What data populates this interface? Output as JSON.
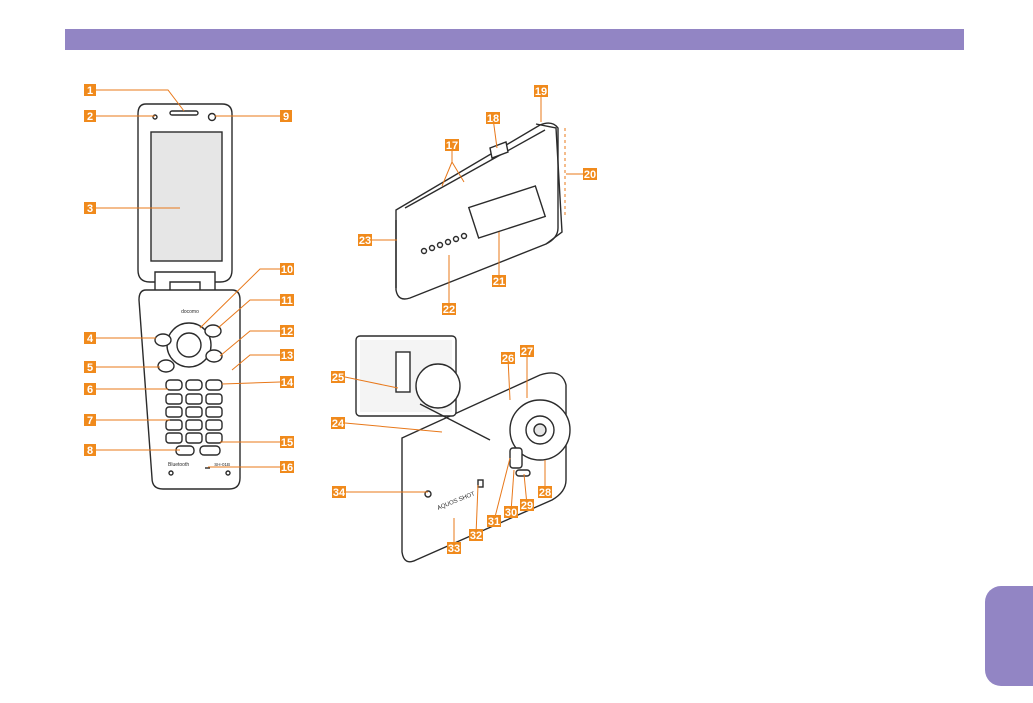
{
  "colors": {
    "header": "#9285c4",
    "tab": "#9285c4",
    "callout_bg": "#f08a1c",
    "callout_text": "#ffffff",
    "line": "#e8781a",
    "outline": "#2b2b2b",
    "screen": "#e6e6e6",
    "body_fill": "#ffffff"
  },
  "icons": {
    "phone_open": "open-flip-phone-front",
    "phone_closed": "closed-flip-phone-top",
    "phone_back": "closed-flip-phone-back-camera"
  },
  "callouts": [
    "1",
    "2",
    "3",
    "4",
    "5",
    "6",
    "7",
    "8",
    "9",
    "10",
    "11",
    "12",
    "13",
    "14",
    "15",
    "16",
    "17",
    "18",
    "19",
    "20",
    "21",
    "22",
    "23",
    "24",
    "25",
    "26",
    "27",
    "28",
    "29",
    "30",
    "31",
    "32",
    "33",
    "34"
  ],
  "device_text": {
    "open_top_brand": "docomo",
    "open_bottom_brand": "Bluetooth",
    "open_bottom_model": "SH-01B",
    "back_brand": "AQUOS SHOT"
  }
}
